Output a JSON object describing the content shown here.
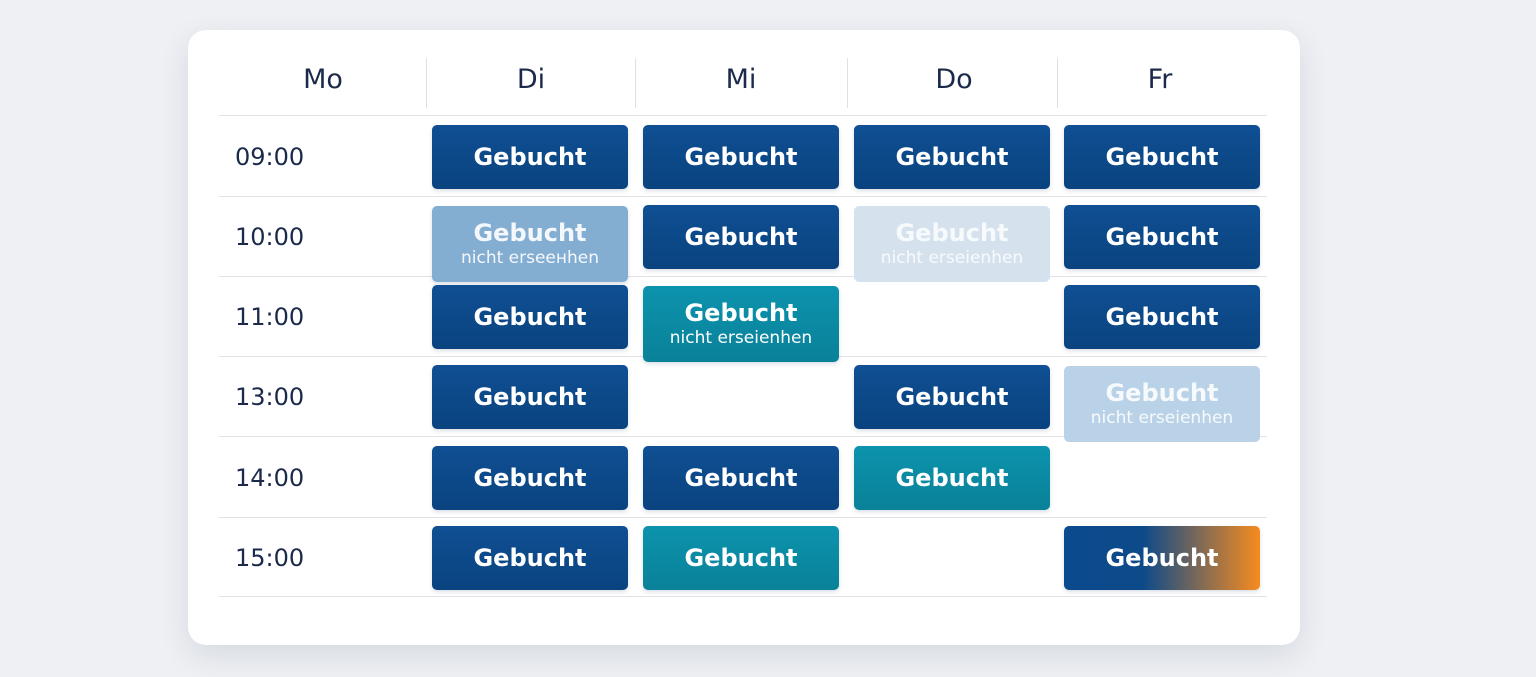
{
  "days": [
    "Mo",
    "Di",
    "Mi",
    "Do",
    "Fr"
  ],
  "times": [
    "09:00",
    "10:00",
    "11:00",
    "13:00",
    "14:00",
    "15:00"
  ],
  "colors": {
    "booked": "#0d4a8c",
    "teal": "#0b8ea8",
    "accent_orange": "#f68b1f"
  },
  "slots": [
    [
      {
        "label": "Gebucht",
        "style": "dark"
      },
      {
        "label": "Gebucht",
        "style": "dark"
      },
      {
        "label": "Gebucht",
        "style": "dark"
      },
      {
        "label": "Gebucht",
        "style": "dark"
      }
    ],
    [
      {
        "label": "Gebucht",
        "sub": "nicht erseенhen",
        "style": "faded"
      },
      {
        "label": "Gebucht",
        "style": "dark"
      },
      {
        "label": "Gebucht",
        "sub": "nicht erseienhen",
        "style": "faded2"
      },
      {
        "label": "Gebucht",
        "style": "dark"
      }
    ],
    [
      {
        "label": "Gebucht",
        "style": "dark"
      },
      {
        "label": "Gebucht",
        "sub": "nicht erseienhen",
        "style": "teal"
      },
      null,
      {
        "label": "Gebucht",
        "style": "dark"
      }
    ],
    [
      {
        "label": "Gebucht",
        "style": "dark"
      },
      null,
      {
        "label": "Gebucht",
        "style": "dark"
      },
      {
        "label": "Gebucht",
        "sub": "nicht erseienhen",
        "style": "faded3"
      }
    ],
    [
      {
        "label": "Gebucht",
        "style": "dark"
      },
      {
        "label": "Gebucht",
        "style": "dark"
      },
      {
        "label": "Gebucht",
        "style": "teal"
      },
      null
    ],
    [
      {
        "label": "Gebucht",
        "style": "dark"
      },
      {
        "label": "Gebucht",
        "style": "teal"
      },
      null,
      {
        "label": "Gebucht",
        "style": "orange"
      }
    ]
  ]
}
